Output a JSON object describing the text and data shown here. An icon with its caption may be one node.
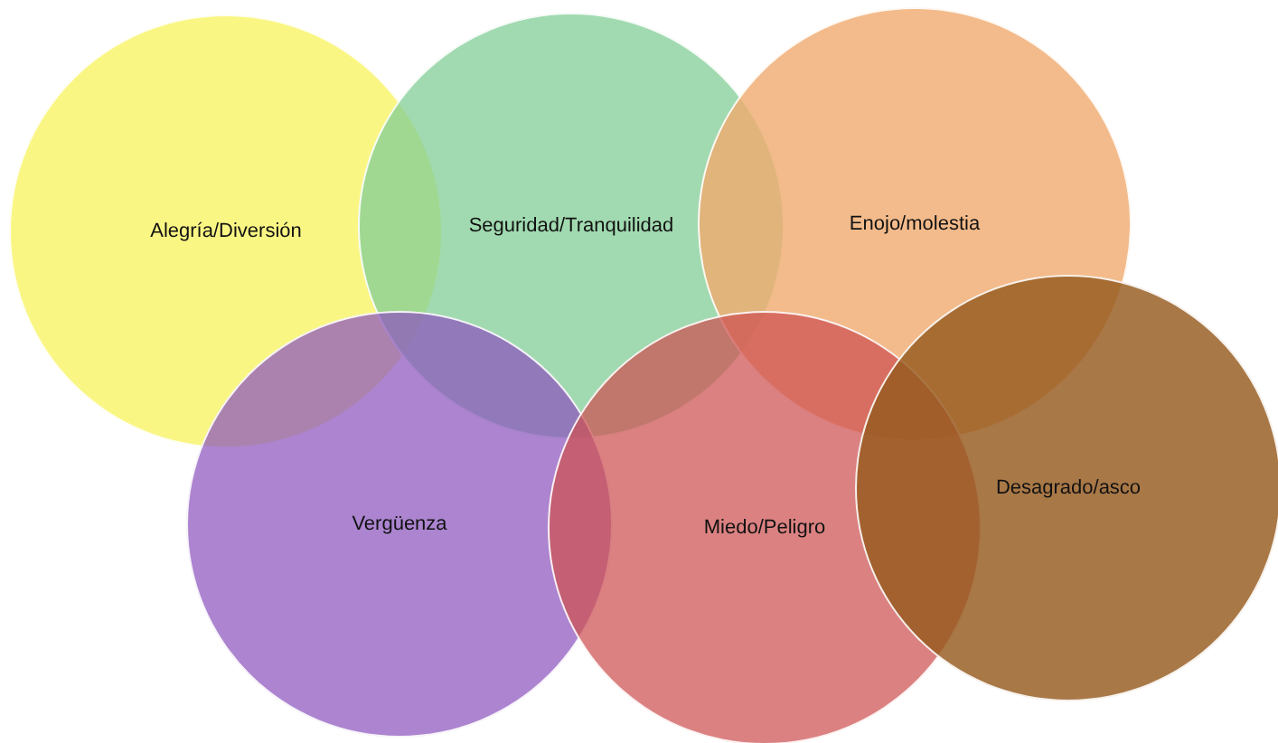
{
  "diagram": {
    "nodes": [
      {
        "text": [
          "Alegría/Diversión"
        ]
      },
      {
        "text": [
          "Seguridad/Tranquilidad"
        ]
      },
      {
        "text": [
          "Enojo/molestia"
        ]
      },
      {
        "text": [
          "Vergüenza"
        ]
      },
      {
        "text": [
          "Miedo/Peligro"
        ]
      },
      {
        "text": [
          "Desagrado/asco"
        ]
      }
    ]
  }
}
